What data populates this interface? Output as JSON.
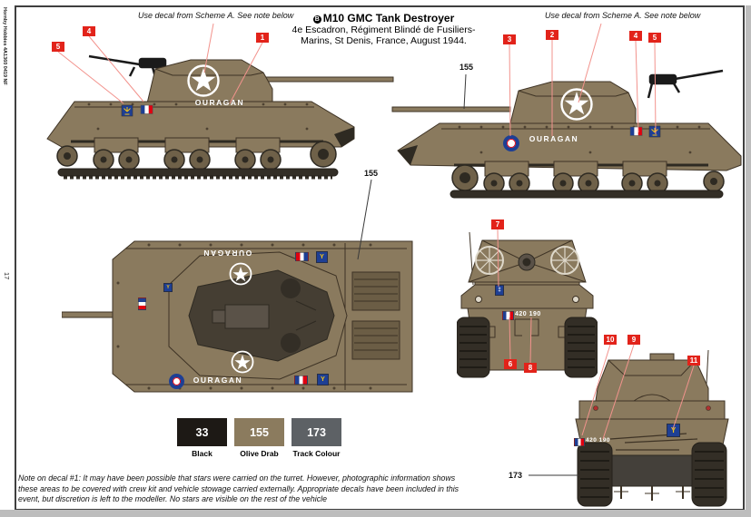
{
  "sidebar": {
    "imprint": "Hornby Hobbies 4A1360 0419 NF",
    "page_number": "17"
  },
  "header": {
    "note_left": "Use decal from Scheme A. See note below",
    "note_right": "Use decal from Scheme A. See note below",
    "scheme_letter": "B",
    "title": "M10 GMC Tank Destroyer",
    "subtitle_line1": "4e Escadron, Régiment Blindé de Fusiliers-",
    "subtitle_line2": "Marins, St Denis, France, August 1944."
  },
  "decals": {
    "vehicle_name": "OURAGAN",
    "registration": "420 190",
    "unit_badge_letter": "Y",
    "lorraine_cross": "‡"
  },
  "paint_callouts": {
    "barrel": "155",
    "hull_top": "155",
    "track": "173"
  },
  "callouts": {
    "c1": "1",
    "c2": "2",
    "c3": "3",
    "c4": "4",
    "c5": "5",
    "c6": "6",
    "c7": "7",
    "c8": "8",
    "c9": "9",
    "c10": "10",
    "c11": "11"
  },
  "swatches": [
    {
      "number": "33",
      "name": "Black",
      "color": "#1d1915"
    },
    {
      "number": "155",
      "name": "Olive Drab",
      "color": "#8b7b5e"
    },
    {
      "number": "173",
      "name": "Track Colour",
      "color": "#5d6165"
    }
  ],
  "colors": {
    "olive_drab": "#8a7a5e",
    "callout_red": "#e2231a",
    "leader_red": "#f2938d",
    "decal_blue": "#1e3f94",
    "flag_red": "#e1000f"
  },
  "footer_note": "Note on decal #1: It may have been possible that stars were carried on the turret. However, photographic information shows these areas to be covered with crew kit and vehicle stowage carried externally. Appropriate decals have been included in this event, but discretion is left to the modeller. No stars are visible on the rest of the vehicle"
}
